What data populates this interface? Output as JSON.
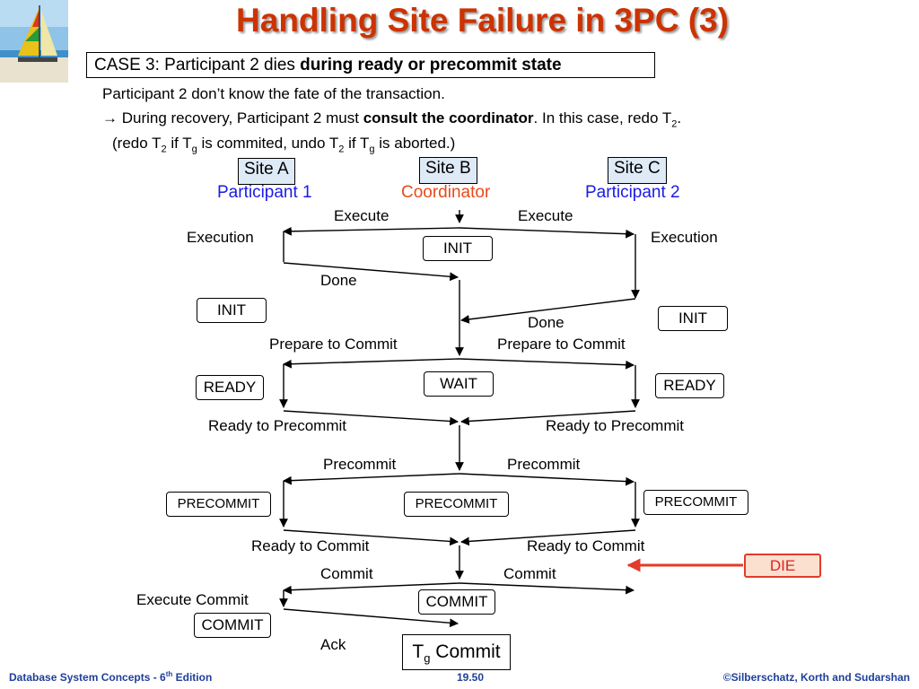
{
  "title": "Handling Site Failure in 3PC (3)",
  "case": {
    "prefix": "CASE 3: Participant 2 dies ",
    "bold": "during ready or precommit state"
  },
  "line1": "Participant 2 don’t know the fate of the transaction.",
  "line2": {
    "arrow": "→",
    "pre": " During recovery, Participant 2 must ",
    "bold": "consult the coordinator",
    "mid": ". In this case, redo T",
    "sub": "2",
    "end": "."
  },
  "line3": {
    "a": "(redo T",
    "s1": "2",
    "b": " if T",
    "s2": "g",
    "c": " is commited, undo T",
    "s3": "2",
    "d": " if T",
    "s4": "g",
    "e": " is aborted.)"
  },
  "sites": {
    "a": {
      "name": "Site A",
      "role": "Participant 1"
    },
    "b": {
      "name": "Site B",
      "role": "Coordinator"
    },
    "c": {
      "name": "Site C",
      "role": "Participant 2"
    }
  },
  "colors": {
    "title": "#cc3300",
    "participant": "#1a1ae6",
    "coordinator": "#e84a1a",
    "die": "#dd2222",
    "footer": "#1f3f99"
  },
  "messages": {
    "execute_left": "Execute",
    "execute_right": "Execute",
    "execution_left": "Execution",
    "execution_right": "Execution",
    "done_left": "Done",
    "done_right": "Done",
    "prepare_left": "Prepare to Commit",
    "prepare_right": "Prepare to Commit",
    "ready_pre_left": "Ready to Precommit",
    "ready_pre_right": "Ready to Precommit",
    "precommit_left": "Precommit",
    "precommit_right": "Precommit",
    "ready_commit_left": "Ready to Commit",
    "ready_commit_right": "Ready to Commit",
    "commit_left": "Commit",
    "commit_right": "Commit",
    "execute_commit": "Execute Commit",
    "ack": "Ack"
  },
  "states": {
    "b_init": "INIT",
    "a_init": "INIT",
    "c_init": "INIT",
    "a_ready": "READY",
    "b_wait": "WAIT",
    "c_ready": "READY",
    "a_precommit": "PRECOMMIT",
    "b_precommit": "PRECOMMIT",
    "c_precommit": "PRECOMMIT",
    "b_commit": "COMMIT",
    "a_commit": "COMMIT",
    "die": "DIE"
  },
  "tg": {
    "t": "T",
    "sub": "g",
    "text": " Commit"
  },
  "footer": {
    "left_pre": "Database System Concepts - 6",
    "left_sup": "th",
    "left_post": " Edition",
    "center": "19.50",
    "right": "©Silberschatz, Korth and Sudarshan"
  }
}
